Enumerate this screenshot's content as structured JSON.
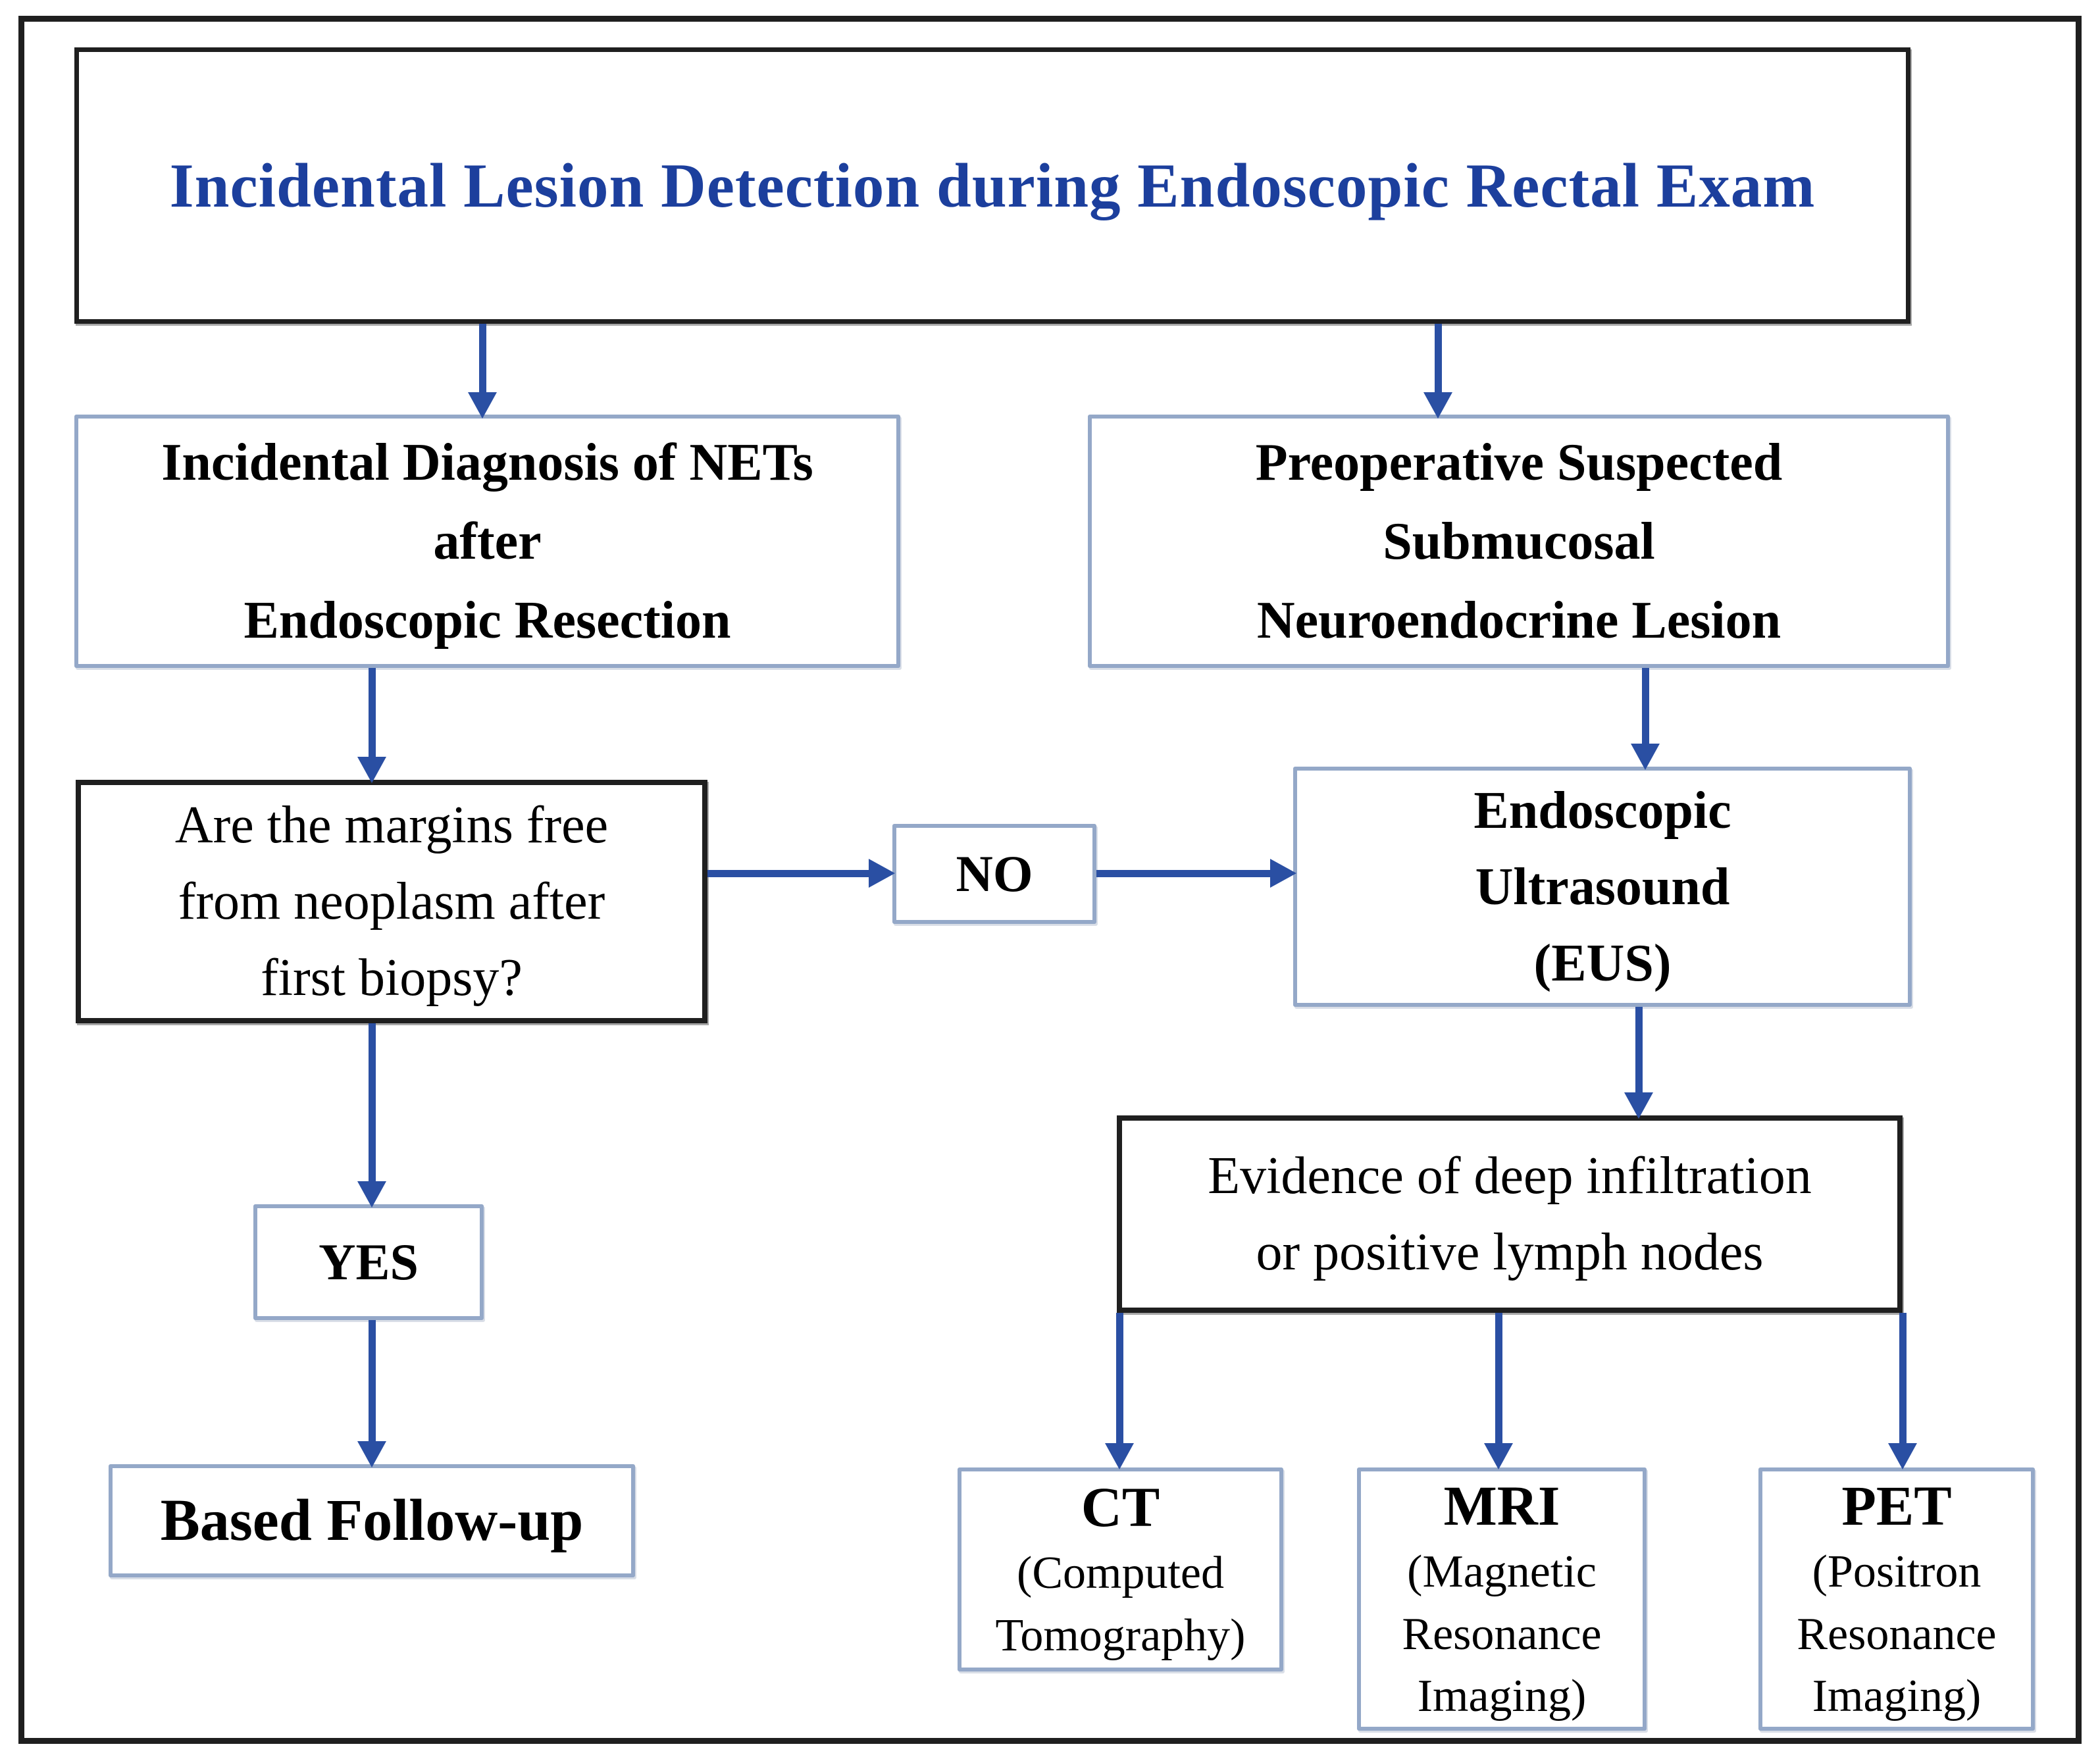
{
  "diagram": {
    "title": "Incidental Lesion Detection during Endoscopic Rectal Exam",
    "colors": {
      "arrow": "#2a4fa3",
      "title_text": "#1c3f9d",
      "light_border": "#94a8c8",
      "dark_border": "#1f1f1f"
    },
    "nodes": {
      "incidental_diagnosis": {
        "lines": [
          "Incidental Diagnosis of NETs",
          "after",
          "Endoscopic Resection"
        ]
      },
      "preoperative_suspected": {
        "lines": [
          "Preoperative Suspected",
          "Submucosal",
          "Neuroendocrine Lesion"
        ]
      },
      "margins_question": {
        "lines": [
          "Are the margins free",
          "from neoplasm after",
          "first biopsy?"
        ]
      },
      "no_label": "NO",
      "eus": {
        "lines": [
          "Endoscopic",
          "Ultrasound",
          "(EUS)"
        ]
      },
      "evidence": {
        "lines": [
          "Evidence of deep infiltration",
          "or positive lymph nodes"
        ]
      },
      "yes_label": "YES",
      "follow_up": "Based Follow-up",
      "ct": {
        "title": "CT",
        "lines": [
          "(Computed",
          "Tomography)"
        ]
      },
      "mri": {
        "title": "MRI",
        "lines": [
          "(Magnetic",
          "Resonance",
          "Imaging)"
        ]
      },
      "pet": {
        "title": "PET",
        "lines": [
          "(Positron",
          "Resonance",
          "Imaging)"
        ]
      }
    },
    "edges": [
      {
        "from": "title",
        "to": "incidental_diagnosis"
      },
      {
        "from": "title",
        "to": "preoperative_suspected"
      },
      {
        "from": "incidental_diagnosis",
        "to": "margins_question"
      },
      {
        "from": "preoperative_suspected",
        "to": "eus"
      },
      {
        "from": "margins_question",
        "to": "no_label"
      },
      {
        "from": "no_label",
        "to": "eus"
      },
      {
        "from": "margins_question",
        "to": "yes_label"
      },
      {
        "from": "yes_label",
        "to": "follow_up"
      },
      {
        "from": "eus",
        "to": "evidence"
      },
      {
        "from": "evidence",
        "to": "ct"
      },
      {
        "from": "evidence",
        "to": "mri"
      },
      {
        "from": "evidence",
        "to": "pet"
      }
    ]
  }
}
